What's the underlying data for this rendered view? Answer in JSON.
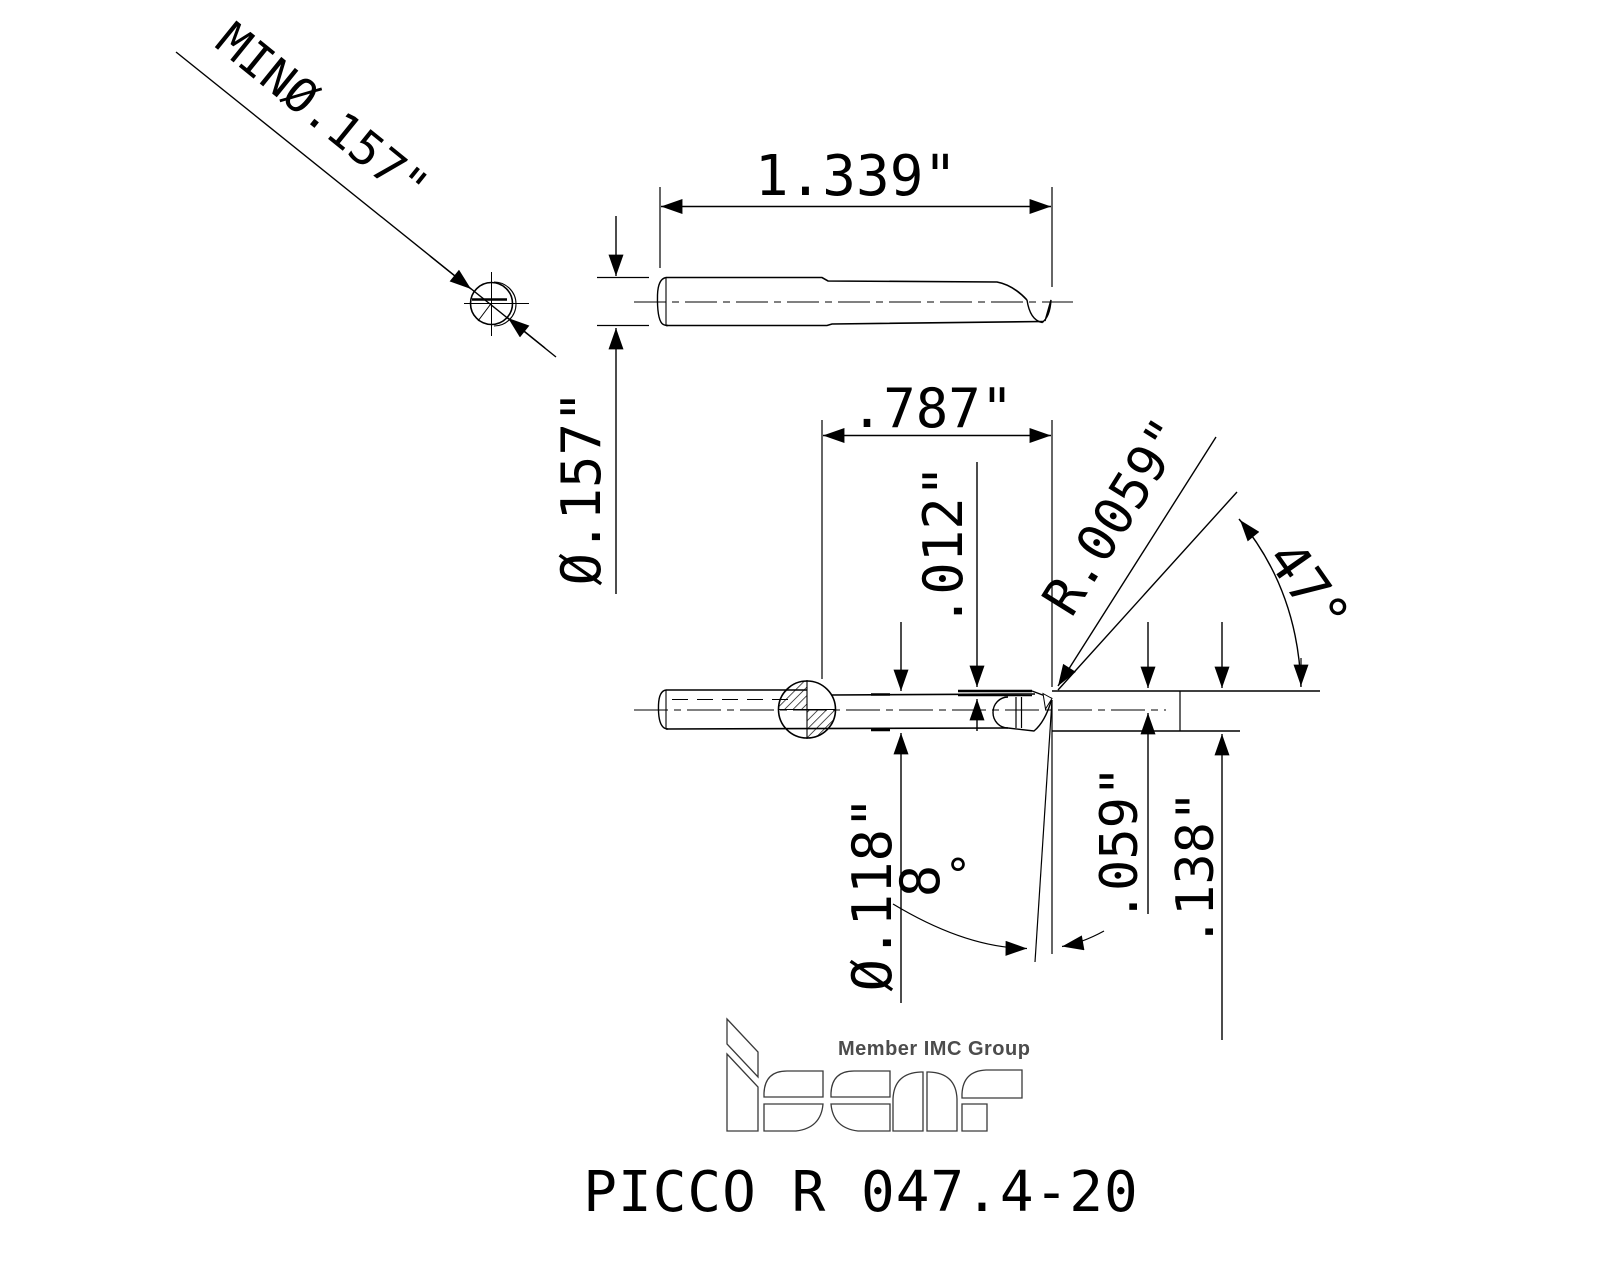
{
  "drawing": {
    "labels": {
      "min_bore_diameter": "MINØ.157\"",
      "overall_length": "1.339\"",
      "shank_diameter": "Ø.157\"",
      "reach_length": ".787\"",
      "edge_offset": ".012\"",
      "nose_radius": "R.0059\"",
      "lead_angle": "47°",
      "body_diameter": "Ø.118\"",
      "relief_angle_value": "8",
      "relief_angle_unit": "°",
      "center_height": ".059\"",
      "tip_depth": ".138\""
    },
    "branding": {
      "member_text": "Member IMC Group",
      "logo_name": "iscar-logo"
    },
    "title": {
      "part_number": "PICCO R 047.4-20"
    },
    "colors": {
      "line": "#000000",
      "background": "#ffffff",
      "logo_gray": "#4c4c4c"
    }
  }
}
